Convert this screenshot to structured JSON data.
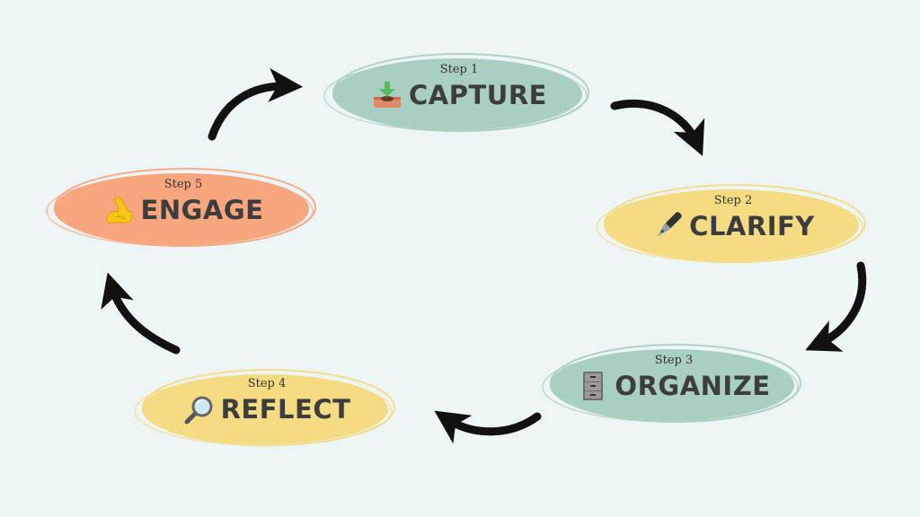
{
  "steps": [
    {
      "step_label": "Step 1",
      "name": "CAPTURE",
      "color": "#a9cfc2",
      "icon": "inbox-download-icon"
    },
    {
      "step_label": "Step 2",
      "name": "CLARIFY",
      "color": "#f5dc82",
      "icon": "fountain-pen-icon"
    },
    {
      "step_label": "Step 3",
      "name": "ORGANIZE",
      "color": "#a9cfc2",
      "icon": "file-cabinet-icon"
    },
    {
      "step_label": "Step 4",
      "name": "REFLECT",
      "color": "#f5dc82",
      "icon": "magnifying-glass-icon"
    },
    {
      "step_label": "Step 5",
      "name": "ENGAGE",
      "color": "#f7a67e",
      "icon": "flexed-biceps-icon"
    }
  ],
  "arrow_color": "#111111"
}
